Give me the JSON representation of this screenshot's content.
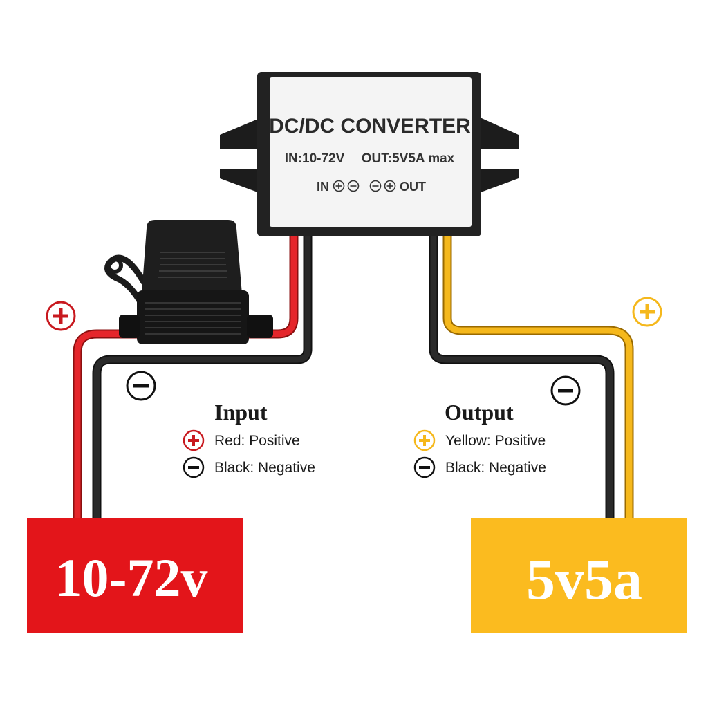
{
  "converter": {
    "title": "DC/DC CONVERTER",
    "input_spec": "IN:10-72V",
    "output_spec": "OUT:5V5A max",
    "in_label": "IN",
    "out_label": "OUT"
  },
  "polarity": {
    "positive_symbol": "+",
    "negative_symbol": "−"
  },
  "legend": {
    "input": {
      "heading": "Input",
      "positive": "Red: Positive",
      "negative": "Black: Negative"
    },
    "output": {
      "heading": "Output",
      "positive": "Yellow: Positive",
      "negative": "Black: Negative"
    }
  },
  "source": {
    "label": "10-72v"
  },
  "load": {
    "label": "5v5a"
  },
  "colors": {
    "red_wire": "#e5262b",
    "black_wire": "#1a1a1a",
    "yellow_wire": "#f5b81c",
    "source_box": "#e3151a",
    "load_box": "#fbbb1f",
    "converter_body": "#222222",
    "converter_face": "#f4f4f4"
  }
}
